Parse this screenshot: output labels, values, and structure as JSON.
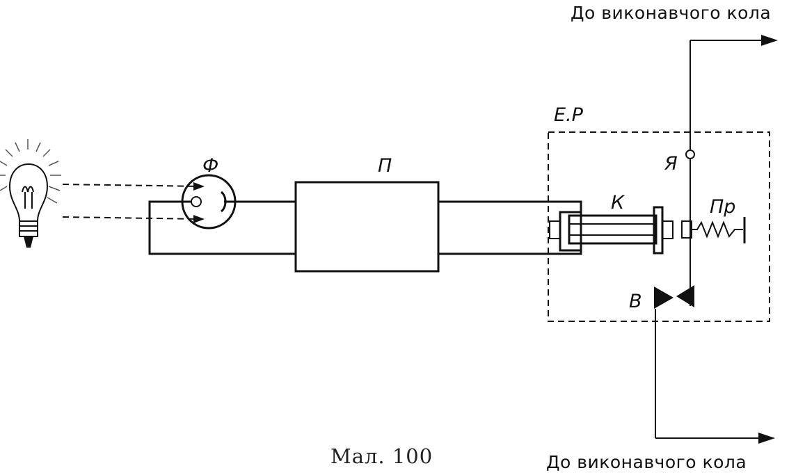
{
  "labels": {
    "photocell": "Ф",
    "amplifier": "П",
    "relay": "Е.Р",
    "armature": "Я",
    "core": "К",
    "spring": "Пр",
    "contact": "В"
  },
  "circuit_top": "До виконавчого кола",
  "circuit_bottom": "До виконавчого кола",
  "caption": "Мал. 100"
}
